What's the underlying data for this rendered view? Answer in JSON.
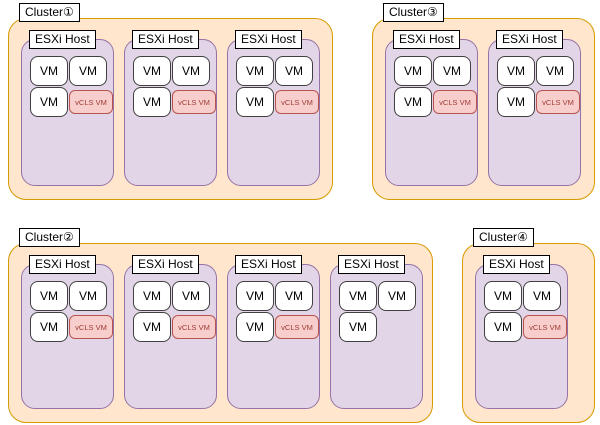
{
  "labels": {
    "host": "ESXi Host",
    "vm": "VM",
    "vcls": "vCLS VM"
  },
  "clusters": [
    {
      "name": "Cluster①",
      "hosts": [
        {
          "vms": 3,
          "vcls": true
        },
        {
          "vms": 3,
          "vcls": true
        },
        {
          "vms": 3,
          "vcls": true
        }
      ]
    },
    {
      "name": "Cluster③",
      "hosts": [
        {
          "vms": 3,
          "vcls": true
        },
        {
          "vms": 3,
          "vcls": true
        }
      ]
    },
    {
      "name": "Cluster②",
      "hosts": [
        {
          "vms": 3,
          "vcls": true
        },
        {
          "vms": 3,
          "vcls": true
        },
        {
          "vms": 3,
          "vcls": true
        },
        {
          "vms": 3,
          "vcls": false
        }
      ]
    },
    {
      "name": "Cluster④",
      "hosts": [
        {
          "vms": 3,
          "vcls": true
        }
      ]
    }
  ],
  "colors": {
    "cluster_fill": "#ffe6cc",
    "cluster_border": "#d79b00",
    "host_fill": "#e1d5e7",
    "host_border": "#9673a6",
    "vm_fill": "#ffffff",
    "vm_border": "#404040",
    "vcls_fill": "#f8cecc",
    "vcls_border": "#b85450",
    "vcls_text": "#9f3a34"
  }
}
